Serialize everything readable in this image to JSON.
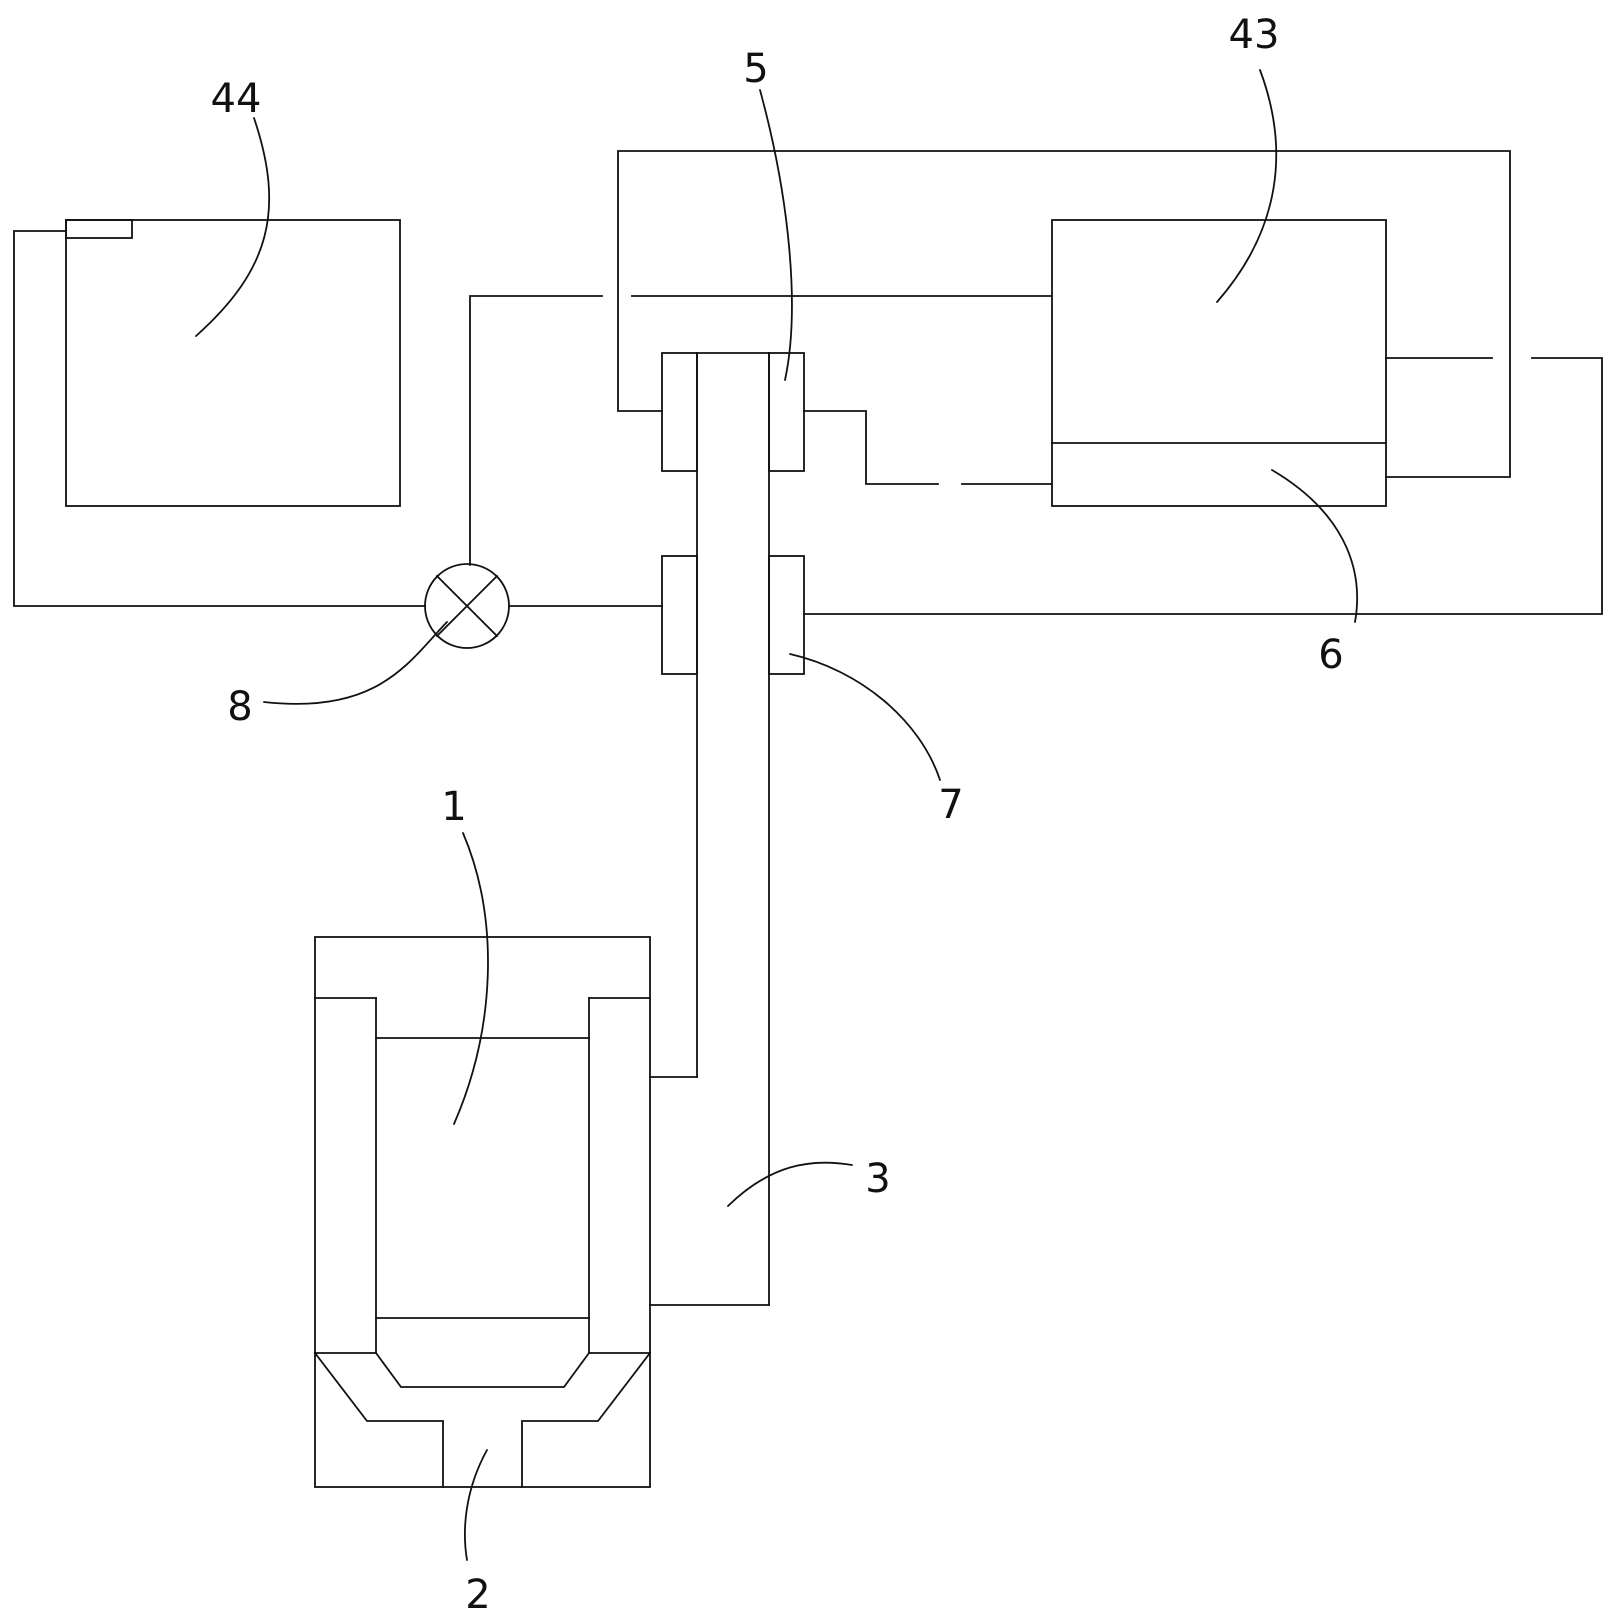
{
  "labels": {
    "tank_44": "44",
    "tank_43": "43",
    "valve_5": "5",
    "part_6": "6",
    "valve_7": "7",
    "valve_8": "8",
    "chamber_1": "1",
    "outlet_2": "2",
    "pipe_3": "3"
  }
}
